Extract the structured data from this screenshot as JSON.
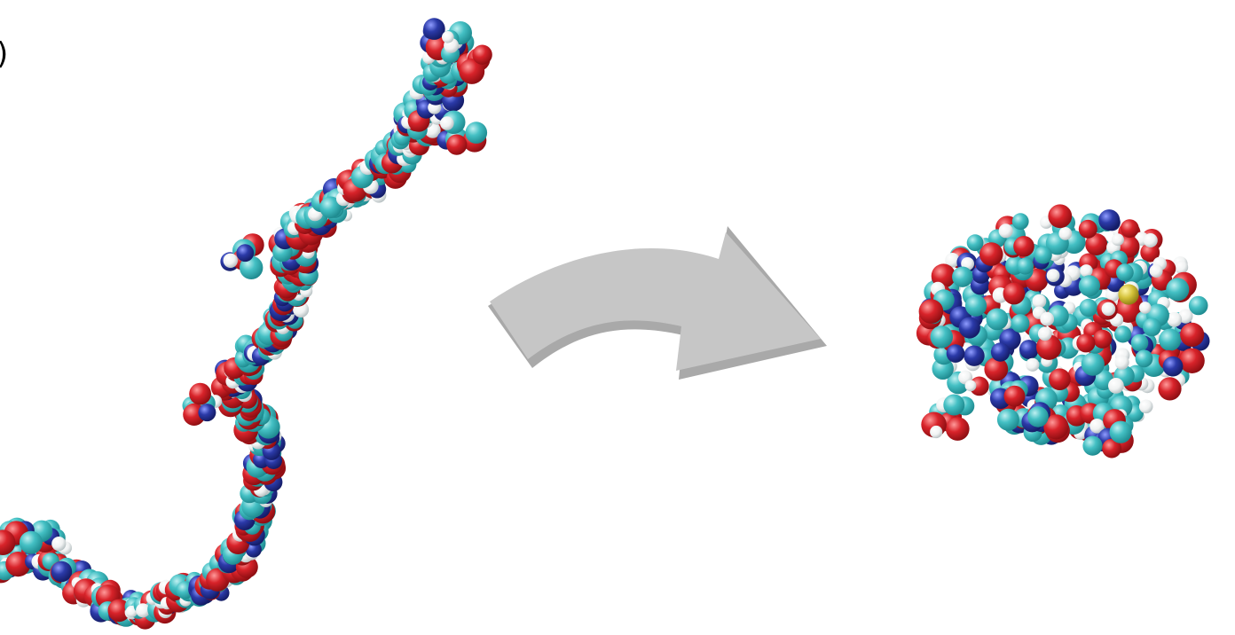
{
  "edge_glyph": ")",
  "colors": {
    "background": "#ffffff",
    "carbon": "#44c0c4",
    "oxygen": "#d8232a",
    "nitrogen": "#2b3aa8",
    "hydrogen": "#f4f6f6",
    "sulfur": "#d4c23a",
    "arrow": "#c4c4c4",
    "arrow_edge": "#a8a8a8"
  },
  "panels": [
    {
      "name": "unfolded-chain",
      "description_state": "unfolded"
    },
    {
      "name": "folded-globule",
      "description_state": "folded"
    }
  ]
}
